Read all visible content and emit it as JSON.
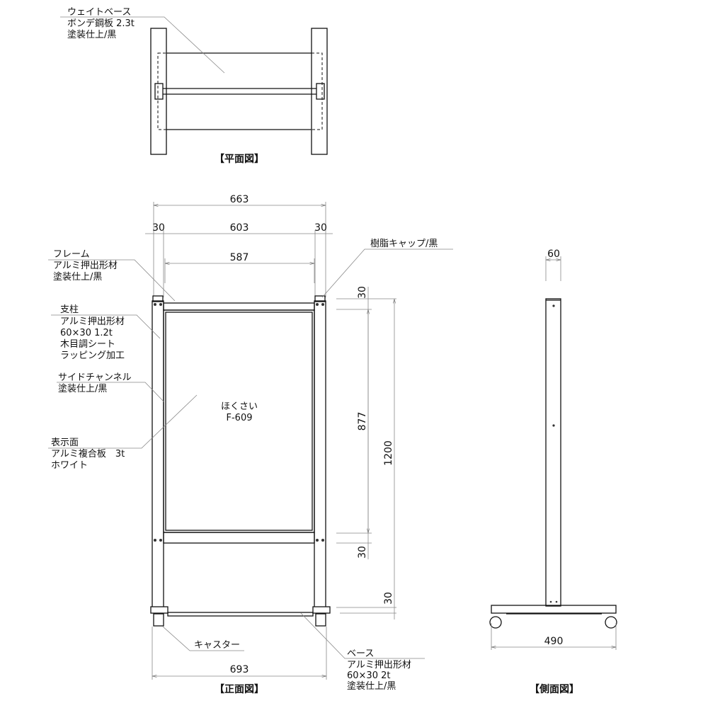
{
  "plan_view": {
    "title": "【平面図】",
    "weight_base_label": [
      "ウェイトベース",
      "ボンデ鋼板 2.3t",
      "塗装仕上/黒"
    ]
  },
  "front_view": {
    "title": "【正面図】",
    "dims": {
      "overall_width": "663",
      "left_post": "30",
      "inner_width": "603",
      "right_post": "30",
      "panel_width": "587",
      "top_rail": "30",
      "panel_height": "877",
      "overall_height": "1200",
      "mid_rail": "30",
      "base": "30",
      "base_width": "693"
    },
    "center_text": [
      "ほくさい",
      "F-609"
    ],
    "labels": {
      "frame": [
        "フレーム",
        "アルミ押出形材",
        "塗装仕上/黒"
      ],
      "post": [
        "支柱",
        "アルミ押出形材",
        "60×30 1.2t",
        "木目調シート",
        "ラッピング加工"
      ],
      "side_channel": [
        "サイドチャンネル",
        "塗装仕上/黒"
      ],
      "display_surface": [
        "表示面",
        "アルミ複合板　3t",
        "ホワイト"
      ],
      "cap": [
        "樹脂キャップ/黒"
      ],
      "caster": [
        "キャスター"
      ],
      "base": [
        "ベース",
        "アルミ押出形材",
        "60×30 2t",
        "塗装仕上/黒"
      ]
    }
  },
  "side_view": {
    "title": "【側面図】",
    "dims": {
      "post_depth": "60",
      "base_depth": "490"
    }
  }
}
